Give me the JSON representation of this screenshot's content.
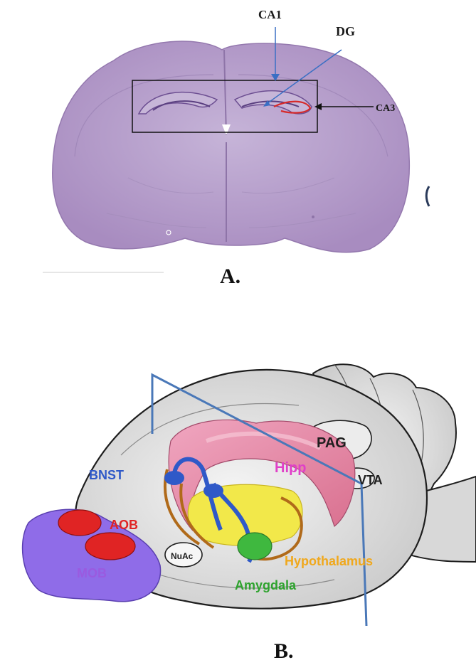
{
  "panel_a": {
    "caption": "A.",
    "labels": {
      "ca1": "CA1",
      "dg": "DG",
      "ca3": "CA3"
    },
    "colors": {
      "tissue": "#b49ac8",
      "tissue_dark": "#9a7fb3",
      "ca3_highlight": "#d62a2a",
      "arrow_blue": "#3a6fc4"
    }
  },
  "panel_b": {
    "caption": "B.",
    "labels": {
      "bnst": "BNST",
      "aob": "AOB",
      "mob": "MOB",
      "nuac": "NuAc",
      "pag": "PAG",
      "hipp": "Hipp",
      "vta": "VTA",
      "hypothalamus": "Hypothalamus",
      "amygdala": "Amygdala"
    },
    "colors": {
      "bnst": "#2f59c8",
      "aob": "#e02424",
      "mob": "#9a5ae0",
      "hipp": "#e040c8",
      "hypothalamus": "#f0a81c",
      "amygdala": "#2ea32e",
      "cut_line": "#4a78b8"
    }
  }
}
